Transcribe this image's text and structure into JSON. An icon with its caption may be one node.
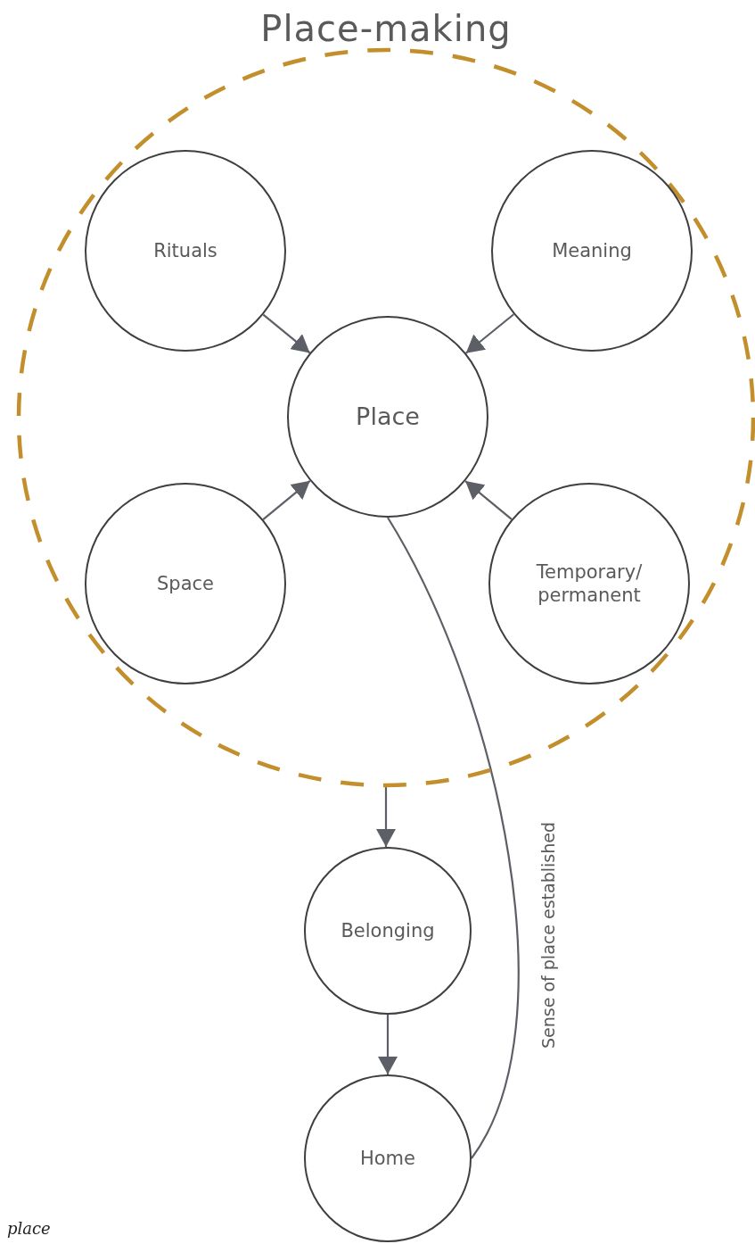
{
  "diagram": {
    "nodes": [
      {
        "text": [
          "Place-making"
        ]
      },
      {
        "text": [
          "Rituals"
        ],
        "in": 0
      },
      {
        "text": [
          "Meaning"
        ],
        "in": 0
      },
      {
        "text": [
          "Place"
        ],
        "in": 0
      },
      {
        "text": [
          "Space"
        ],
        "in": 0
      },
      {
        "text": [
          "Temporary/ permanent"
        ],
        "in": 0
      },
      {
        "text": [
          "Belonging"
        ]
      },
      {
        "text": [
          "Home"
        ]
      }
    ],
    "edges": [
      {
        "from": 1,
        "to": 3,
        "arrow": "to"
      },
      {
        "from": 2,
        "to": 3,
        "arrow": "to"
      },
      {
        "from": 4,
        "to": 3,
        "arrow": "to"
      },
      {
        "from": 5,
        "to": 3,
        "arrow": "to"
      },
      {
        "from": 0,
        "to": 6,
        "arrow": "to"
      },
      {
        "from": 6,
        "to": 7,
        "arrow": "to"
      },
      {
        "from": 3,
        "to": 7,
        "arrow": "none",
        "label": "Sense of place established"
      }
    ],
    "labels": [
      "place"
    ]
  }
}
